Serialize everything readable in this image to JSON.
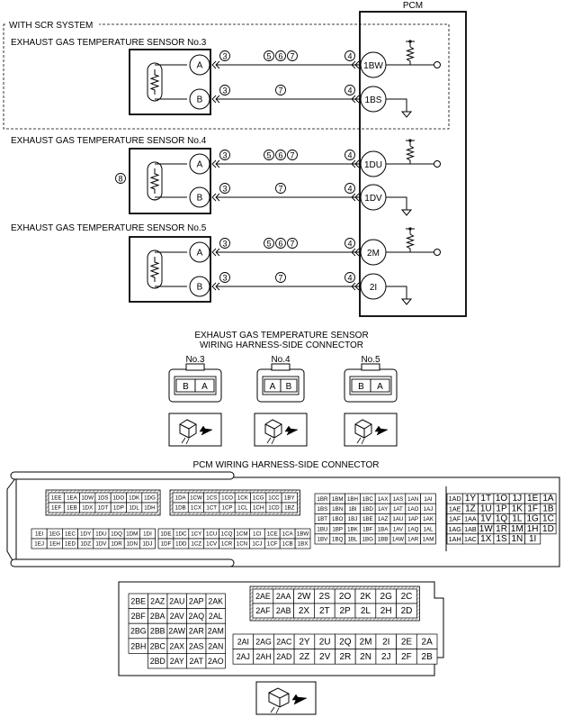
{
  "wiring": {
    "scr_label": "WITH SCR SYSTEM",
    "pcm_label": "PCM",
    "sensors": [
      {
        "title": "EXHAUST GAS TEMPERATURE SENSOR No.3",
        "note": "",
        "wires": [
          {
            "pin": "A",
            "term": "1BW",
            "seg1": "3",
            "seg2": "5 6 7",
            "seg3": "4",
            "end": "pullup"
          },
          {
            "pin": "B",
            "term": "1BS",
            "seg1": "3",
            "seg2": "7",
            "seg3": "4",
            "end": "ground"
          }
        ]
      },
      {
        "title": "EXHAUST GAS TEMPERATURE SENSOR No.4",
        "note": "8",
        "wires": [
          {
            "pin": "A",
            "term": "1DU",
            "seg1": "3",
            "seg2": "5 6 7",
            "seg3": "4",
            "end": "pullup"
          },
          {
            "pin": "B",
            "term": "1DV",
            "seg1": "3",
            "seg2": "7",
            "seg3": "4",
            "end": "ground"
          }
        ]
      },
      {
        "title": "EXHAUST GAS TEMPERATURE SENSOR No.5",
        "note": "",
        "wires": [
          {
            "pin": "A",
            "term": "2M",
            "seg1": "3",
            "seg2": "5 6 7",
            "seg3": "4",
            "end": "pullup"
          },
          {
            "pin": "B",
            "term": "2I",
            "seg1": "3",
            "seg2": "7",
            "seg3": "4",
            "end": "ground"
          }
        ]
      }
    ]
  },
  "sensor_connector": {
    "title_line1": "EXHAUST GAS TEMPERATURE SENSOR",
    "title_line2": "WIRING HARNESS-SIDE CONNECTOR",
    "connectors": [
      {
        "label": "No.3",
        "pins": [
          "B",
          "A"
        ]
      },
      {
        "label": "No.4",
        "pins": [
          "A",
          "B"
        ]
      },
      {
        "label": "No.5",
        "pins": [
          "B",
          "A"
        ]
      }
    ]
  },
  "pcm_connector": {
    "title": "PCM WIRING HARNESS-SIDE CONNECTOR",
    "connector1": {
      "block1_top": [
        [
          "1EE",
          "1EA",
          "1DW",
          "1DS",
          "1DO",
          "1DK",
          "1DG"
        ],
        [
          "1EF",
          "1EB",
          "1DX",
          "1DT",
          "1DP",
          "1DL",
          "1DH"
        ]
      ],
      "block1_bottom": [
        [
          "1EI",
          "1EG",
          "1EC",
          "1DY",
          "1DU",
          "1DQ",
          "1DM",
          "1DI"
        ],
        [
          "1EJ",
          "1EH",
          "1ED",
          "1DZ",
          "1DV",
          "1DR",
          "1DN",
          "1DJ"
        ]
      ],
      "block2_top": [
        [
          "1DA",
          "1CW",
          "1CS",
          "1CO",
          "1CK",
          "1CG",
          "1CC",
          "1BY"
        ],
        [
          "1DB",
          "1CX",
          "1CT",
          "1CP",
          "1CL",
          "1CH",
          "1CD",
          "1BZ"
        ]
      ],
      "block2_bottom": [
        [
          "1DE",
          "1DC",
          "1CY",
          "1CU",
          "1CQ",
          "1CM",
          "1CI",
          "1CE",
          "1CA",
          "1BW"
        ],
        [
          "1DF",
          "1DD",
          "1CZ",
          "1CV",
          "1CR",
          "1CN",
          "1CJ",
          "1CF",
          "1CB",
          "1BX"
        ]
      ],
      "block3": [
        [
          "1BR",
          "1BM",
          "1BH",
          "1BC",
          "1AX",
          "1AS",
          "1AN",
          "1AI"
        ],
        [
          "1BS",
          "1BN",
          "1BI",
          "1BD",
          "1AY",
          "1AT",
          "1AO",
          "1AJ"
        ],
        [
          "1BT",
          "1BO",
          "1BJ",
          "1BE",
          "1AZ",
          "1AU",
          "1AP",
          "1AK"
        ],
        [
          "1BU",
          "1BP",
          "1BK",
          "1BF",
          "1BA",
          "1AV",
          "1AQ",
          "1AL"
        ],
        [
          "1BV",
          "1BQ",
          "1BL",
          "1BG",
          "1BB",
          "1AW",
          "1AR",
          "1AM"
        ]
      ],
      "block4": [
        [
          "1AD",
          "1Y",
          "1T",
          "1O",
          "1J",
          "1E",
          "1A"
        ],
        [
          "1AE",
          "1Z",
          "1U",
          "1P",
          "1K",
          "1F",
          "1B"
        ],
        [
          "1AF",
          "1AA",
          "1V",
          "1Q",
          "1L",
          "1G",
          "1C"
        ],
        [
          "1AG",
          "1AB",
          "1W",
          "1R",
          "1M",
          "1H",
          "1D"
        ],
        [
          "1AH",
          "1AC",
          "1X",
          "1S",
          "1N",
          "1I",
          ""
        ]
      ]
    },
    "connector2": {
      "left_block": [
        [
          "2BE",
          "2AZ",
          "2AU",
          "2AP",
          "2AK"
        ],
        [
          "2BF",
          "2BA",
          "2AV",
          "2AQ",
          "2AL"
        ],
        [
          "2BG",
          "2BB",
          "2AW",
          "2AR",
          "2AM"
        ],
        [
          "2BH",
          "2BC",
          "2AX",
          "2AS",
          "2AN"
        ],
        [
          "",
          "2BD",
          "2AY",
          "2AT",
          "2AO"
        ]
      ],
      "right_top": [
        [
          "2AE",
          "2AA",
          "2W",
          "2S",
          "2O",
          "2K",
          "2G",
          "2C"
        ],
        [
          "2AF",
          "2AB",
          "2X",
          "2T",
          "2P",
          "2L",
          "2H",
          "2D"
        ]
      ],
      "right_bottom": [
        [
          "2AI",
          "2AG",
          "2AC",
          "2Y",
          "2U",
          "2Q",
          "2M",
          "2I",
          "2E",
          "2A"
        ],
        [
          "2AJ",
          "2AH",
          "2AD",
          "2Z",
          "2V",
          "2R",
          "2N",
          "2J",
          "2F",
          "2B"
        ]
      ]
    }
  }
}
